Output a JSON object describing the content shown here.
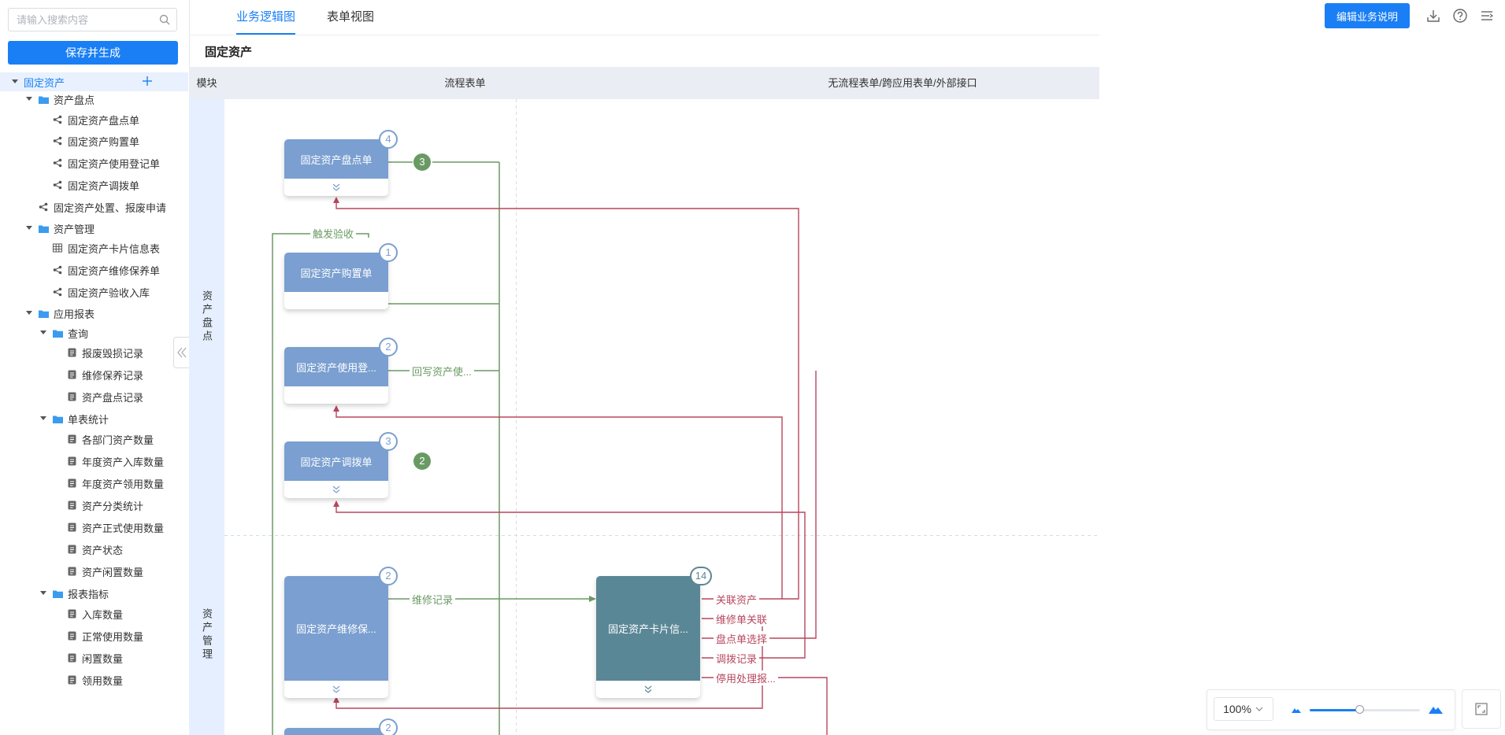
{
  "sidebar": {
    "search_placeholder": "请输入搜索内容",
    "save_label": "保存并生成",
    "tree": [
      {
        "label": "固定资产",
        "level": 0,
        "icon": "none",
        "expanded": true,
        "active": true
      },
      {
        "label": "资产盘点",
        "level": 1,
        "icon": "folder",
        "expanded": true
      },
      {
        "label": "固定资产盘点单",
        "level": 2,
        "icon": "flow"
      },
      {
        "label": "固定资产购置单",
        "level": 2,
        "icon": "flow"
      },
      {
        "label": "固定资产使用登记单",
        "level": 2,
        "icon": "flow"
      },
      {
        "label": "固定资产调拨单",
        "level": 2,
        "icon": "flow"
      },
      {
        "label": "固定资产处置、报废申请",
        "level": 1,
        "icon": "flow"
      },
      {
        "label": "资产管理",
        "level": 1,
        "icon": "folder",
        "expanded": true
      },
      {
        "label": "固定资产卡片信息表",
        "level": 2,
        "icon": "table"
      },
      {
        "label": "固定资产维修保养单",
        "level": 2,
        "icon": "flow"
      },
      {
        "label": "固定资产验收入库",
        "level": 2,
        "icon": "flow"
      },
      {
        "label": "应用报表",
        "level": 1,
        "icon": "folder",
        "expanded": true
      },
      {
        "label": "查询",
        "level": 2,
        "icon": "folder",
        "expanded": true
      },
      {
        "label": "报废毁损记录",
        "level": 3,
        "icon": "report"
      },
      {
        "label": "维修保养记录",
        "level": 3,
        "icon": "report"
      },
      {
        "label": "资产盘点记录",
        "level": 3,
        "icon": "report"
      },
      {
        "label": "单表统计",
        "level": 2,
        "icon": "folder",
        "expanded": true
      },
      {
        "label": "各部门资产数量",
        "level": 3,
        "icon": "report"
      },
      {
        "label": "年度资产入库数量",
        "level": 3,
        "icon": "report"
      },
      {
        "label": "年度资产领用数量",
        "level": 3,
        "icon": "report"
      },
      {
        "label": "资产分类统计",
        "level": 3,
        "icon": "report"
      },
      {
        "label": "资产正式使用数量",
        "level": 3,
        "icon": "report"
      },
      {
        "label": "资产状态",
        "level": 3,
        "icon": "report"
      },
      {
        "label": "资产闲置数量",
        "level": 3,
        "icon": "report"
      },
      {
        "label": "报表指标",
        "level": 2,
        "icon": "folder",
        "expanded": true
      },
      {
        "label": "入库数量",
        "level": 3,
        "icon": "report"
      },
      {
        "label": "正常使用数量",
        "level": 3,
        "icon": "report"
      },
      {
        "label": "闲置数量",
        "level": 3,
        "icon": "report"
      },
      {
        "label": "领用数量",
        "level": 3,
        "icon": "report"
      }
    ]
  },
  "header": {
    "tabs": [
      {
        "label": "业务逻辑图",
        "active": true
      },
      {
        "label": "表单视图",
        "active": false
      }
    ],
    "edit_desc_label": "编辑业务说明",
    "icons": [
      "download-icon",
      "help-icon",
      "menu-icon"
    ]
  },
  "canvas": {
    "title": "固定资产",
    "columns": {
      "module": "模块",
      "flow": "流程表单",
      "noflow": "无流程表单/跨应用表单/外部接口"
    },
    "lanes": [
      {
        "label": "资产盘点"
      },
      {
        "label": "资产管理"
      }
    ],
    "nodes": [
      {
        "label": "固定资产盘点单",
        "count": "4"
      },
      {
        "label": "固定资产购置单",
        "count": "1"
      },
      {
        "label": "固定资产使用登...",
        "count": "2"
      },
      {
        "label": "固定资产调拨单",
        "count": "3"
      },
      {
        "label": "固定资产维修保...",
        "count": "2"
      },
      {
        "label": "固定资产卡片信...",
        "count": "14"
      },
      {
        "label": "",
        "count": "2"
      }
    ],
    "group_badges": [
      "3",
      "2"
    ],
    "edge_labels": {
      "trigger": "触发验收",
      "writeback": "回写资产使...",
      "repair": "维修记录",
      "related_asset": "关联资产",
      "repair_link": "维修单关联",
      "inventory_select": "盘点单选择",
      "transfer_record": "调拨记录",
      "disable_handle": "停用处理报..."
    },
    "colors": {
      "flow_node": "#7a9fd0",
      "data_node": "#5a8796",
      "green": "#6a9a64",
      "red": "#b7475e",
      "accent": "#1a7ff5"
    }
  },
  "zoom": {
    "level": "100%",
    "slider_fraction": 0.45
  }
}
